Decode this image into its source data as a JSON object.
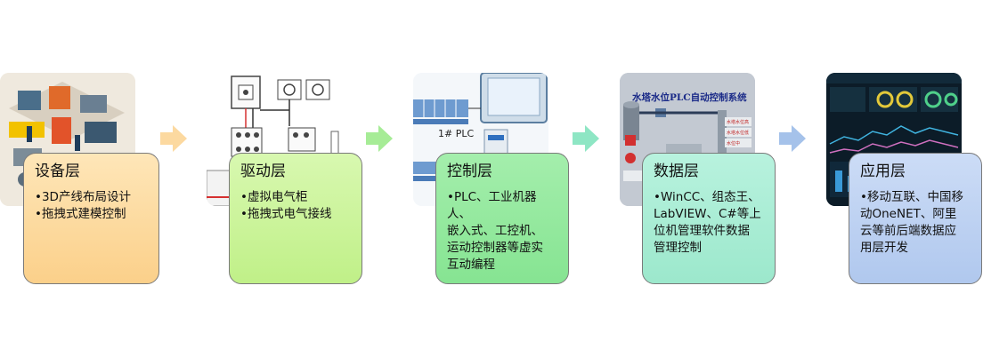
{
  "layers": [
    {
      "title": "设备层",
      "items": [
        "•3D产线布局设计",
        "•拖拽式建模控制"
      ]
    },
    {
      "title": "驱动层",
      "items": [
        "•虚拟电气柜",
        "•拖拽式电气接线"
      ]
    },
    {
      "title": "控制层",
      "items": [
        "•PLC、工业机器人、",
        "嵌入式、工控机、",
        "运动控制器等虚实",
        "互动编程"
      ]
    },
    {
      "title": "数据层",
      "items": [
        "•WinCC、组态王、",
        "LabVIEW、C#等上",
        "位机管理软件数据",
        "管理控制"
      ]
    },
    {
      "title": "应用层",
      "items": [
        "•移动互联、中国移",
        "动OneNET、阿里",
        "云等前后端数据应",
        "用层开发"
      ]
    }
  ],
  "thumbnails": {
    "control_plc_label": "1# PLC",
    "data_scada_title": "水塔水位PLC自动控制系统",
    "data_scada_side_labels": [
      "水塔水位高",
      "水塔水位低",
      "水位中"
    ]
  },
  "colors": {
    "card1": "#fbd48a",
    "card2": "#c6f28c",
    "card3": "#8fe89a",
    "card4": "#a8ecd4",
    "card5": "#b9d0f2",
    "arrow1": "#fcd9a0",
    "arrow2": "#a6ec96",
    "arrow3": "#8ee6c4",
    "arrow4": "#a5c2ea"
  }
}
